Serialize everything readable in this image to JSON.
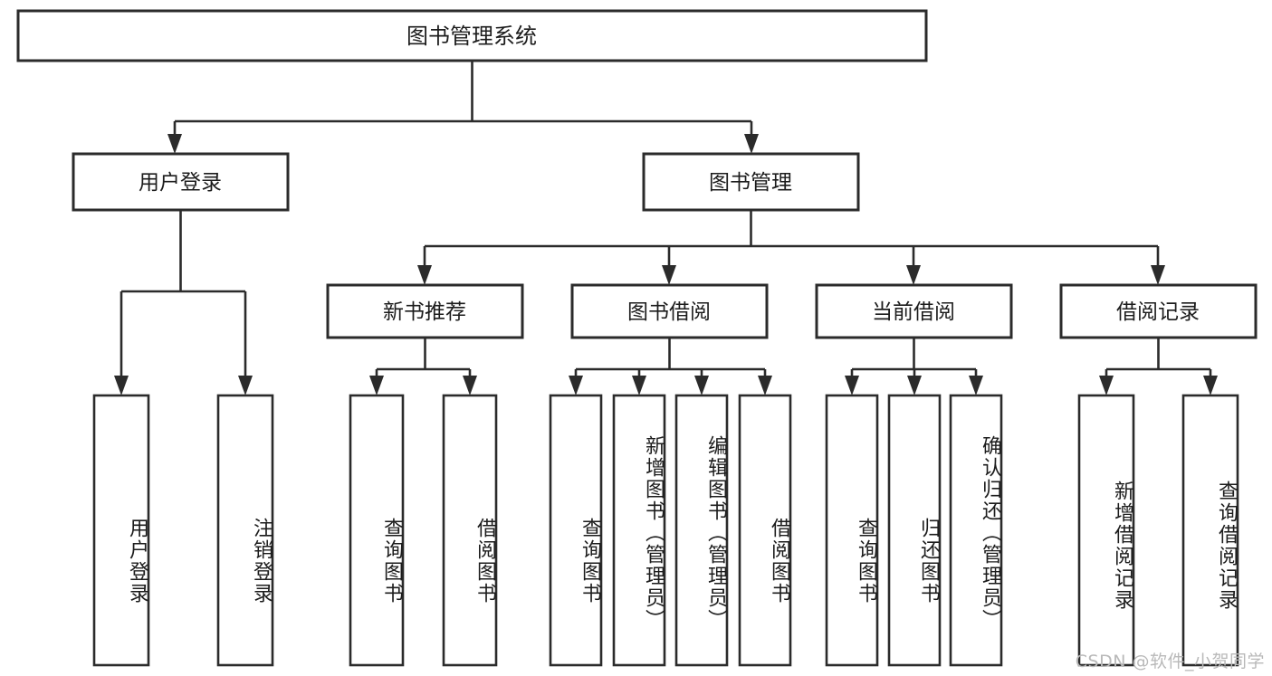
{
  "diagram": {
    "title": "图书管理系统",
    "type": "tree",
    "root": {
      "id": "root",
      "label": "图书管理系统",
      "level": 1
    },
    "level2": [
      {
        "id": "user-login",
        "label": "用户登录"
      },
      {
        "id": "book-manage",
        "label": "图书管理"
      }
    ],
    "level3": [
      {
        "id": "new-book-rec",
        "label": "新书推荐",
        "parent": "book-manage"
      },
      {
        "id": "book-borrow",
        "label": "图书借阅",
        "parent": "book-manage"
      },
      {
        "id": "current-borrow",
        "label": "当前借阅",
        "parent": "book-manage"
      },
      {
        "id": "borrow-record",
        "label": "借阅记录",
        "parent": "book-manage"
      }
    ],
    "leaves": [
      {
        "id": "leaf-user-login",
        "label": "用户登录",
        "parent": "user-login"
      },
      {
        "id": "leaf-logout",
        "label": "注销登录",
        "parent": "user-login"
      },
      {
        "id": "leaf-query-book-1",
        "label": "查询图书",
        "parent": "new-book-rec"
      },
      {
        "id": "leaf-borrow-book-1",
        "label": "借阅图书",
        "parent": "new-book-rec"
      },
      {
        "id": "leaf-query-book-2",
        "label": "查询图书",
        "parent": "book-borrow"
      },
      {
        "id": "leaf-add-book",
        "label": "新增图书（管理员）",
        "parent": "book-borrow"
      },
      {
        "id": "leaf-edit-book",
        "label": "编辑图书（管理员）",
        "parent": "book-borrow"
      },
      {
        "id": "leaf-borrow-book-2",
        "label": "借阅图书",
        "parent": "book-borrow"
      },
      {
        "id": "leaf-query-book-3",
        "label": "查询图书",
        "parent": "current-borrow"
      },
      {
        "id": "leaf-return-book",
        "label": "归还图书",
        "parent": "current-borrow"
      },
      {
        "id": "leaf-confirm-return",
        "label": "确认归还（管理员）",
        "parent": "current-borrow"
      },
      {
        "id": "leaf-add-record",
        "label": "新增借阅记录",
        "parent": "borrow-record"
      },
      {
        "id": "leaf-query-record",
        "label": "查询借阅记录",
        "parent": "borrow-record"
      }
    ],
    "colors": {
      "stroke": "#2b2b2b",
      "fill": "#ffffff",
      "text": "#1c1c1c",
      "watermark": "#b9b9b9",
      "background": "#ffffff"
    }
  },
  "watermark": {
    "text": "CSDN @软件_小贺同学"
  }
}
